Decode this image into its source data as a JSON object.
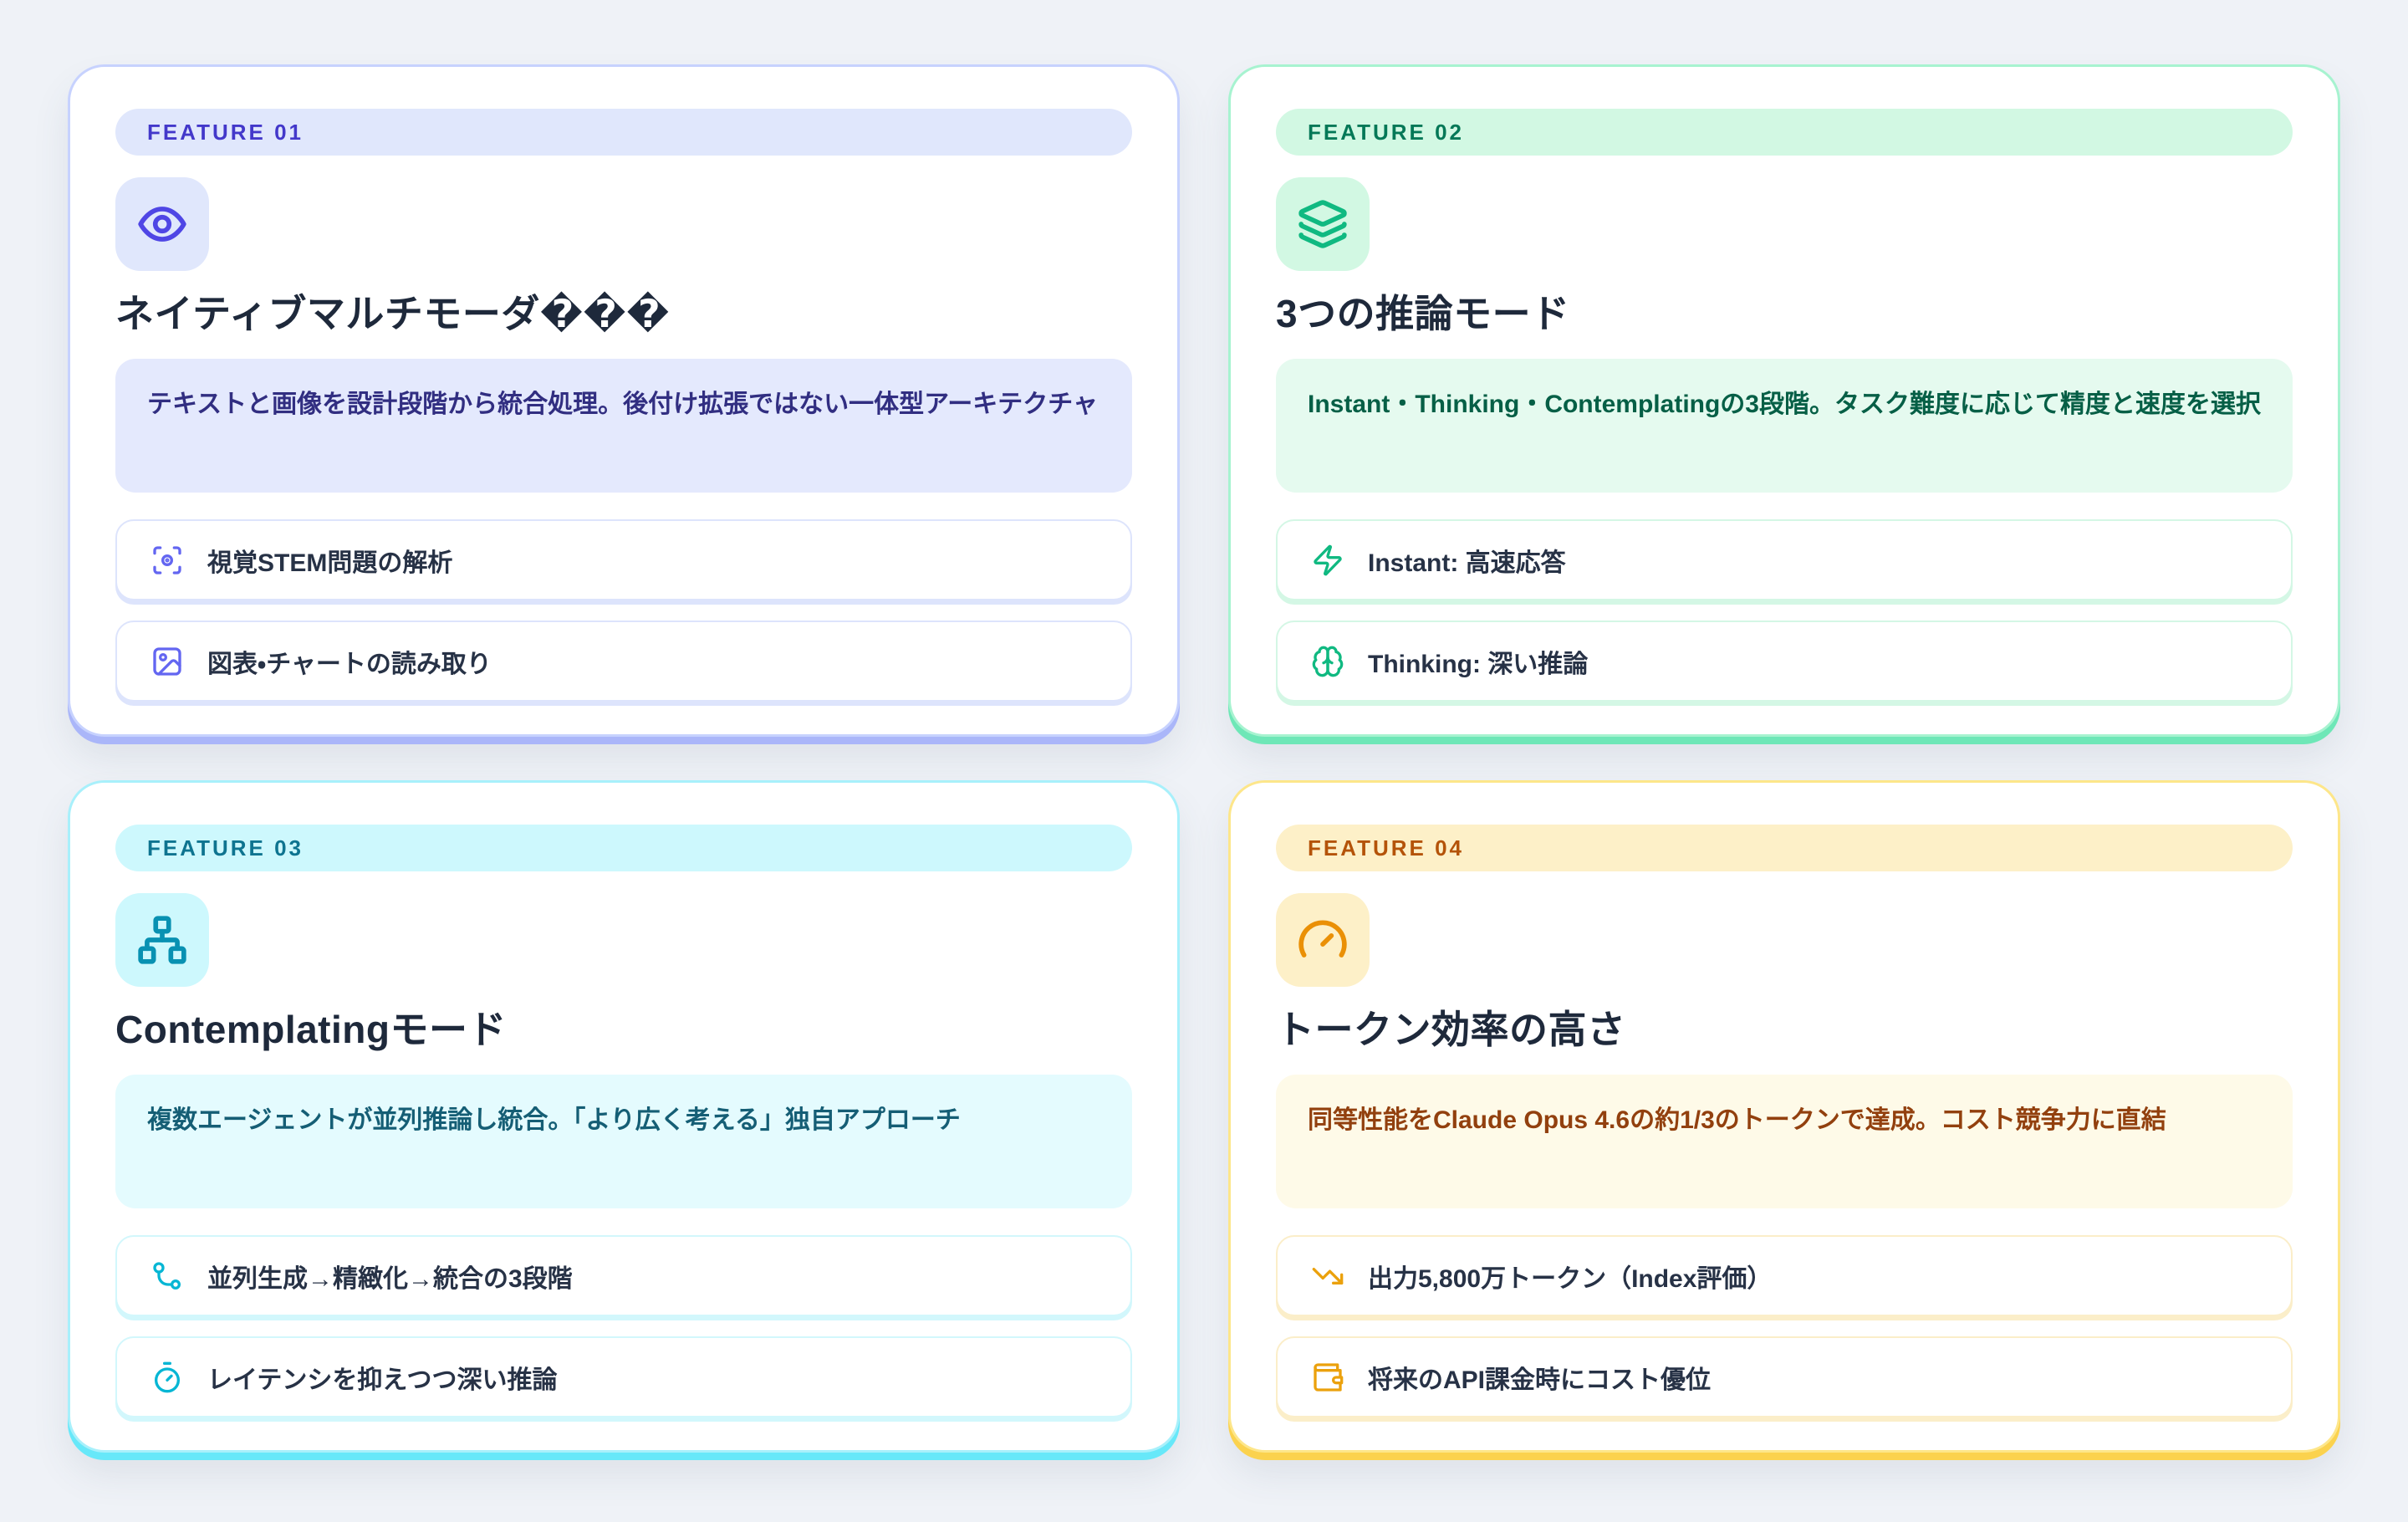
{
  "page": {
    "background": "#eff2f7",
    "text_color": "#1e293b"
  },
  "cards": [
    {
      "feature_label": "FEATURE 01",
      "icon": "eye-icon",
      "title": "ネイティブマルチモーダ���",
      "description": "テキストと画像を設計段階から統合処理。後付け拡張ではない一体型アーキテクチャ",
      "items": [
        {
          "icon": "scan-eye-icon",
          "label": "視覚STEM問題の解析"
        },
        {
          "icon": "image-icon",
          "label": "図表・チャートの読み取り"
        }
      ],
      "theme": {
        "border": "#c7d2fe",
        "edge": "#aab6f9",
        "badge-bg": "#e0e7fc",
        "badge-text": "#4338ca",
        "icon-bg": "#e0e7fc",
        "icon-color": "#4f46e5",
        "desc-bg": "#e4e9fd",
        "desc-text": "#312e81",
        "item-border": "#dde4fc",
        "item-icon": "#6366f1"
      }
    },
    {
      "feature_label": "FEATURE 02",
      "icon": "layers-icon",
      "title": "3つの推論モード",
      "description": "Instant・Thinking・Contemplatingの3段階。タスク難度に応じて精度と速度を選択",
      "items": [
        {
          "icon": "zap-icon",
          "label": "Instant: 高速応答"
        },
        {
          "icon": "brain-icon",
          "label": "Thinking: 深い推論"
        }
      ],
      "theme": {
        "border": "#a7f3d0",
        "edge": "#6ee7b7",
        "badge-bg": "#d2f8e3",
        "badge-text": "#047857",
        "icon-bg": "#d2f8e3",
        "icon-color": "#10b981",
        "desc-bg": "#e5faef",
        "desc-text": "#065f46",
        "item-border": "#d4f7e5",
        "item-icon": "#10b981"
      }
    },
    {
      "feature_label": "FEATURE 03",
      "icon": "network-icon",
      "title": "Contemplatingモード",
      "description": "複数エージェントが並列推論し統合。「より広く考える」独自アプローチ",
      "items": [
        {
          "icon": "git-merge-icon",
          "label": "並列生成→精緻化→統合の3段階"
        },
        {
          "icon": "timer-icon",
          "label": "レイテンシを抑えつつ深い推論"
        }
      ],
      "theme": {
        "border": "#a8f0fb",
        "edge": "#67e8f9",
        "badge-bg": "#cdf8fd",
        "badge-text": "#0e7490",
        "icon-bg": "#cdf8fd",
        "icon-color": "#0891b2",
        "desc-bg": "#e4fbfe",
        "desc-text": "#155e75",
        "item-border": "#d2f7fc",
        "item-icon": "#06b6d4"
      }
    },
    {
      "feature_label": "FEATURE 04",
      "icon": "gauge-icon",
      "title": "トークン効率の高さ",
      "description": "同等性能をClaude Opus 4.6の約1/3のトークンで達成。コスト競争力に直結",
      "items": [
        {
          "icon": "trending-down-icon",
          "label": "出力5,800万トークン（Index評価）"
        },
        {
          "icon": "wallet-icon",
          "label": "将来のAPI課金時にコスト優位"
        }
      ],
      "theme": {
        "border": "#fde68a",
        "edge": "#fbd24e",
        "badge-bg": "#fdf0c8",
        "badge-text": "#b45309",
        "icon-bg": "#fdf0c8",
        "icon-color": "#ea9006",
        "desc-bg": "#fefae8",
        "desc-text": "#92400e",
        "item-border": "#fbeec9",
        "item-icon": "#eba10c"
      }
    }
  ]
}
